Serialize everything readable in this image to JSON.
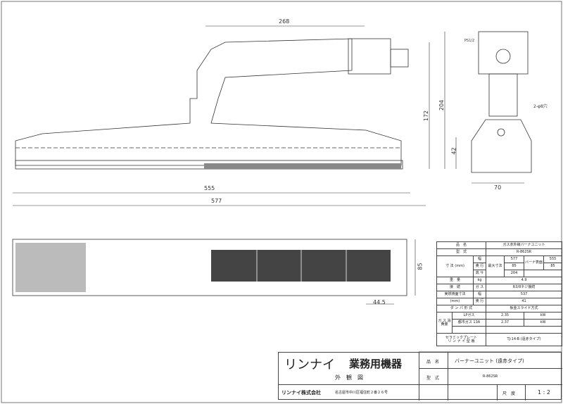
{
  "dimensions": {
    "top_width": "268",
    "overall_burner": "555",
    "overall": "577",
    "height_body": "172",
    "height_total": "204",
    "depth_small": "42",
    "side_width": "70",
    "hole_note": "2-φ8穴",
    "gas_inlet": "PS1/2",
    "plan_depth": "85",
    "pitch": "44.5"
  },
  "spec": {
    "product_name_label": "品　名",
    "product_name": "ガス赤外線バーナユニット",
    "model_label": "型　式",
    "model": "R-862SR",
    "size_label": "寸 法 (mm)",
    "width_label": "幅",
    "depth_label": "奥 行",
    "height_label": "高 サ",
    "max_label": "最大寸法",
    "max_w": "577",
    "max_d": "85",
    "max_h": "204",
    "burner_label": "バーナ表面",
    "burner_w": "555",
    "burner_d": "85",
    "weight_label": "重　量",
    "weight_unit": "kg",
    "weight": "4.9",
    "conn_label": "接　続",
    "gas_label": "ガ ス",
    "conn": "R3/8ネジ接続",
    "burn_label": "実燃焼面寸法",
    "burn_unit": "(mm)",
    "burn_w_label": "幅",
    "burn_w": "537",
    "burn_d_label": "奥 行",
    "burn_d": "41",
    "damper_label": "ダ ン パ 形 式",
    "damper": "板金スライド方式",
    "consumption_label": "ガ ス 消費量",
    "lp_label": "LPガス",
    "lp": "2.35",
    "lp_unit": "kW",
    "city_label": "都市ガス 13A",
    "city": "2.37",
    "city_unit": "kW",
    "plate_label1": "セラミックプレート",
    "plate_label2": "リ ン ナ イ 型 番",
    "plate": "TJ-14-B (遠赤タイプ)"
  },
  "title_block": {
    "brand": "リンナイ",
    "category": "業務用機器",
    "drawing_type": "外　観　図",
    "company": "リンナイ株式会社",
    "address": "名古屋市中川区福住町２番２６号",
    "name_label": "品　名",
    "name": "バーナーユニット (遠赤タイプ)",
    "model_label": "型　式",
    "model": "R-862SR",
    "scale_label": "尺　度",
    "scale": "1 : 2"
  }
}
